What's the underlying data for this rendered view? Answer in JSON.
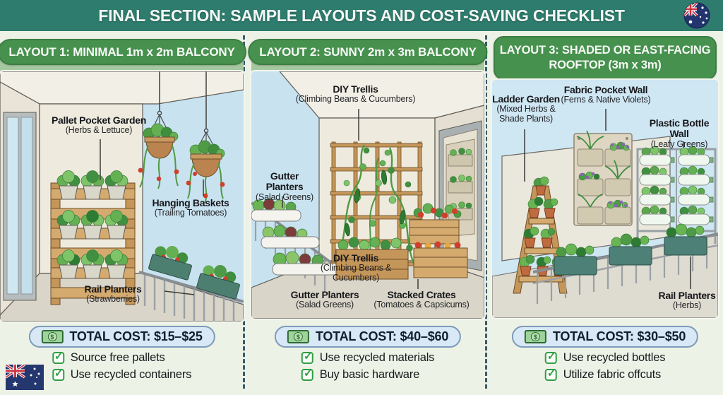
{
  "header": {
    "title": "FINAL SECTION: SAMPLE LAYOUTS AND COST-SAVING CHECKLIST"
  },
  "icons": {
    "check": "✓",
    "dollar": "$"
  },
  "colors": {
    "header_bg": "#2e7c6d",
    "pill_green": "#47914e",
    "band_green": "#a6c8a0",
    "cost_bg": "#d9e8f6",
    "cost_border": "#7e9cba",
    "check_green": "#2f9e44",
    "sky": "#c9e2f0"
  },
  "columns": [
    {
      "title": "LAYOUT 1: MINIMAL 1m x 2m BALCONY",
      "labels": {
        "pallet": {
          "title": "Pallet Pocket Garden",
          "sub": "(Herbs & Lettuce)"
        },
        "hanging": {
          "title": "Hanging Baskets",
          "sub": "(Trailing Tomatoes)"
        },
        "rail": {
          "title": "Rail Planters",
          "sub": "(Strawberries)"
        }
      },
      "total_cost": "TOTAL COST: $15–$25",
      "checklist": [
        "Source free pallets",
        "Use recycled containers"
      ]
    },
    {
      "title": "LAYOUT 2: SUNNY 2m x 3m BALCONY",
      "labels": {
        "trellis_top": {
          "title": "DIY Trellis",
          "sub": "(Climbing Beans & Cucumbers)"
        },
        "gutter_left": {
          "title": "Gutter Planters",
          "sub": "(Salad Greens)"
        },
        "trellis_mid": {
          "title": "DIY Trellis",
          "sub": "(Climbing Beans & Cucumbers)"
        },
        "gutter_bottom": {
          "title": "Gutter Planters",
          "sub": "(Salad Greens)"
        },
        "crates": {
          "title": "Stacked Crates",
          "sub": "(Tomatoes & Capsicums)"
        }
      },
      "total_cost": "TOTAL COST: $40–$60",
      "checklist": [
        "Use recycled materials",
        "Buy basic hardware"
      ]
    },
    {
      "title": "LAYOUT 3: SHADED OR EAST-FACING ROOFTOP (3m x 3m)",
      "labels": {
        "ladder": {
          "title": "Ladder Garden",
          "sub": "(Mixed Herbs & Shade Plants)"
        },
        "fabric": {
          "title": "Fabric Pocket Wall",
          "sub": "(Ferns & Native Violets)"
        },
        "bottle": {
          "title": "Plastic Bottle Wall",
          "sub": "(Leafy Greens)"
        },
        "rail": {
          "title": "Rail Planters",
          "sub": "(Herbs)"
        }
      },
      "total_cost": "TOTAL COST: $30–$50",
      "checklist": [
        "Use recycled bottles",
        "Utilize fabric offcuts"
      ]
    }
  ]
}
